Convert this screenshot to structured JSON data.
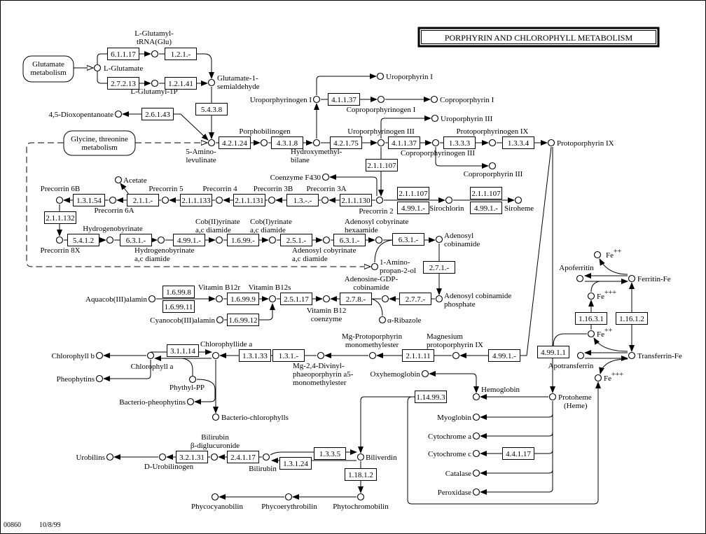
{
  "title": "PORPHYRIN AND CHLOROPHYLL METABOLISM",
  "footer": {
    "map_id": "00860",
    "date": "10/8/99"
  },
  "maps": {
    "glu": [
      "Glutamate",
      "metabolism"
    ],
    "gly": [
      "Glycine, threonine",
      "metabolism"
    ]
  },
  "enzymes": {
    "e01": "6.1.1.17",
    "e02": "1.2.1.-",
    "e03": "2.7.2.13",
    "e04": "1.2.1.41",
    "e05": "5.4.3.8",
    "e06": "2.6.1.43",
    "e07": "4.2.1.24",
    "e08": "4.3.1.8",
    "e09": "4.1.1.37",
    "e10": "4.2.1.75",
    "e11": "4.1.1.37",
    "e12": "1.3.3.3",
    "e13": "1.3.3.4",
    "e14": "2.1.1.107",
    "e15": "2.1.1.107",
    "e16": "4.99.1.-",
    "e17": "2.1.1.107",
    "e18": "4.99.1.-",
    "e19": "2.1.1.130",
    "e20": "1.3.-.-",
    "e21": "2.1.1.131",
    "e22": "2.1.1.133",
    "e23": "2.1.1.-",
    "e24": "1.3.1.54",
    "e25": "2.1.1.132",
    "e26": "5.4.1.2",
    "e27": "6.3.1.-",
    "e28": "4.99.1.-",
    "e29": "1.6.99.-",
    "e30": "2.5.1.-",
    "e31": "6.3.1.-",
    "e32": "6.3.1.-",
    "e33": "2.7.1.-",
    "e34": "2.7.7.-",
    "e35": "2.7.8.-",
    "e36": "2.5.1.17",
    "e37": "1.6.99.9",
    "e38": "1.6.99.8",
    "e39": "1.6.99.11",
    "e40": "1.6.99.12",
    "e41": "4.99.1.-",
    "e42": "2.1.1.11",
    "e43": "1.3.1.-",
    "e44": "1.3.1.33",
    "e45": "3.1.1.14",
    "e46": "4.99.1.1",
    "e47": "1.16.3.1",
    "e48": "1.16.1.2",
    "e49": "1.14.99.3",
    "e50": "4.4.1.17",
    "e51": "3.2.1.31",
    "e52": "2.4.1.17",
    "e53": "1.3.3.5",
    "e54": "1.3.1.24",
    "e55": "1.18.1.2"
  },
  "compounds": {
    "glutamate": [
      "L-Glutamate"
    ],
    "glu_trna": [
      "L-Glutamyl-",
      "tRNA(Glu)"
    ],
    "glu_1p": [
      "L-Glutamyl-1P"
    ],
    "gsa": [
      "Glutamate-1-",
      "semialdehyde"
    ],
    "dioxo": [
      "4,5-Dioxopentanoate"
    ],
    "ala": [
      "5-Amino-",
      "levulinate"
    ],
    "pbg": [
      "Porphobilinogen"
    ],
    "hmb": [
      "Hydroxymethyl-",
      "bilane"
    ],
    "urogen1": [
      "Uroporphyrinogen I"
    ],
    "uro1": [
      "Uroporphyrin I"
    ],
    "coprogen1": [
      "Coproporphyrinogen I"
    ],
    "copro1": [
      "Coproporphyrin I"
    ],
    "uro3": [
      "Uroporphyrin III"
    ],
    "urogen3": [
      "Uroporphyrinogen III"
    ],
    "coprogen3": [
      "Coproporphyrinogen III"
    ],
    "copro3": [
      "Coproporphyrin III"
    ],
    "protogen": [
      "Protoporphyrinogen IX"
    ],
    "proto": [
      "Protoporphyrin IX"
    ],
    "f430": [
      "Coenzyme F430"
    ],
    "pre2": [
      "Precorrin 2"
    ],
    "siro": [
      "Sirochlorin"
    ],
    "siroheme": [
      "Siroheme"
    ],
    "pre3a": [
      "Precorrin 3A"
    ],
    "pre3b": [
      "Precorrin 3B"
    ],
    "pre4": [
      "Precorrin 4"
    ],
    "pre5": [
      "Precorrin 5"
    ],
    "acetate": [
      "Acetate"
    ],
    "pre6a": [
      "Precorrin 6A"
    ],
    "pre6b": [
      "Precorrin 6B"
    ],
    "pre8x": [
      "Precorrin 8X"
    ],
    "hbyr": [
      "Hydrogenobyrinate"
    ],
    "hbyr_diam": [
      "Hydrogenobyrinate",
      "a,c diamide"
    ],
    "cob2": [
      "Cob(II)yrinate",
      "a,c diamide"
    ],
    "cob1": [
      "Cob(I)yrinate",
      "a,c diamide"
    ],
    "adcob": [
      "Adenosyl cobyrinate",
      "a,c diamide"
    ],
    "hexa": [
      "Adenosyl cobyrinate",
      "hexaamide"
    ],
    "adcbi": [
      "Adenosyl",
      "cobinamide"
    ],
    "amino": [
      "1-Amino-",
      "propan-2-ol"
    ],
    "adcbip": [
      "Adenosyl cobinamide",
      "phosphate"
    ],
    "gdp": [
      "Adenosine-GDP-",
      "cobinamide"
    ],
    "ribazole": [
      "α-Ribazole"
    ],
    "b12coe": [
      "Vitamin B12",
      "coenzyme"
    ],
    "b12s": [
      "Vitamin B12s"
    ],
    "b12r": [
      "Vitamin B12r"
    ],
    "aquacob": [
      "Aquacob(III)alamin"
    ],
    "cyanocob": [
      "Cyanocob(III)alamin"
    ],
    "mgproto": [
      "Magnesium",
      "protoporphyrin IX"
    ],
    "mgpme": [
      "Mg-Protoporphyrin",
      "monomethylester"
    ],
    "mgdv": [
      "Mg-2,4-Divinyl-",
      "phaeoporphyrin a5-",
      "monomethylester"
    ],
    "chlide": [
      "Chlorophyllide a"
    ],
    "chla": [
      "Chlorophyll a"
    ],
    "chlb": [
      "Chlorophyll b"
    ],
    "pheo": [
      "Pheophytins"
    ],
    "phytyl": [
      "Phythyl-PP"
    ],
    "bpheo": [
      "Bacterio-pheophytins"
    ],
    "bchl": [
      "Bacterio-chlorophylls"
    ],
    "oxyhb": [
      "Oxyhemoglobin"
    ],
    "hb": [
      "Hemoglobin"
    ],
    "heme": [
      "Protoheme",
      "(Heme)"
    ],
    "myo": [
      "Myoglobin"
    ],
    "cyta": [
      "Cytochrome a"
    ],
    "cytc": [
      "Cytochrome c"
    ],
    "catalase": [
      "Catalase"
    ],
    "perox": [
      "Peroxidase"
    ],
    "urobilins": [
      "Urobilins"
    ],
    "durob": [
      "D-Urobilinogen"
    ],
    "bdg": [
      "Bilirubin",
      "β-diglucuronide"
    ],
    "bilirubin": [
      "Bilirubin"
    ],
    "biliverdin": [
      "Biliverdin"
    ],
    "phytochromo": [
      "Phytochromobilin"
    ],
    "phycoery": [
      "Phycoerythrobilin"
    ],
    "phycocy": [
      "Phycocyanobilin"
    ],
    "ferritin": [
      "Ferritin-Fe"
    ],
    "apoferritin": [
      "Apoferritin"
    ],
    "transferrin": [
      "Transferrin-Fe"
    ],
    "apotransferrin": [
      "Apotransferrin"
    ]
  },
  "iron": {
    "fe_a": {
      "symbol": "Fe",
      "charge": "++"
    },
    "fe_b": {
      "symbol": "Fe",
      "charge": "+++"
    },
    "fe_c": {
      "symbol": "Fe",
      "charge": "++"
    },
    "fe_d": {
      "symbol": "Fe",
      "charge": "+++"
    }
  }
}
